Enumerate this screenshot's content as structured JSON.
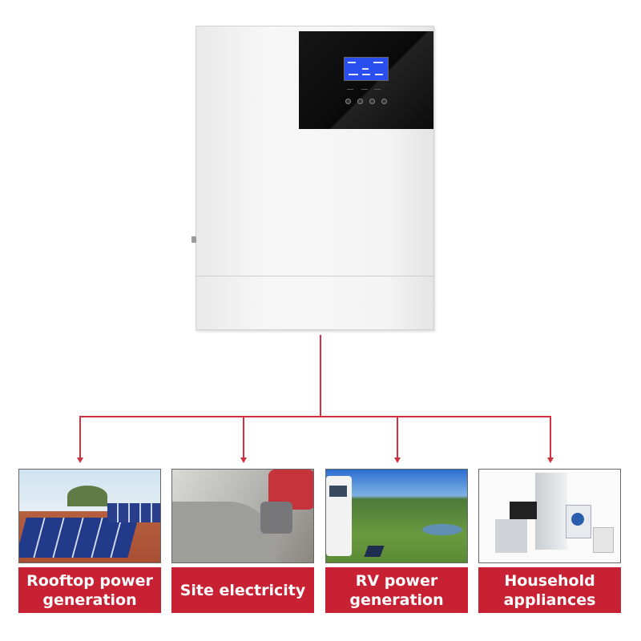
{
  "product": {
    "name": "inverter",
    "display": "lcd-screen"
  },
  "colors": {
    "accent_red": "#c82133",
    "connector_line": "#d33040",
    "lcd_blue": "#2a4ef0"
  },
  "applications": [
    {
      "label": "Rooftop power generation",
      "image": "rooftop-solar-panels-photo"
    },
    {
      "label": "Site electricity",
      "image": "angle-grinder-cutting-photo"
    },
    {
      "label": "RV power generation",
      "image": "rv-with-solar-panel-photo"
    },
    {
      "label": "Household appliances",
      "image": "home-appliances-photo"
    }
  ]
}
